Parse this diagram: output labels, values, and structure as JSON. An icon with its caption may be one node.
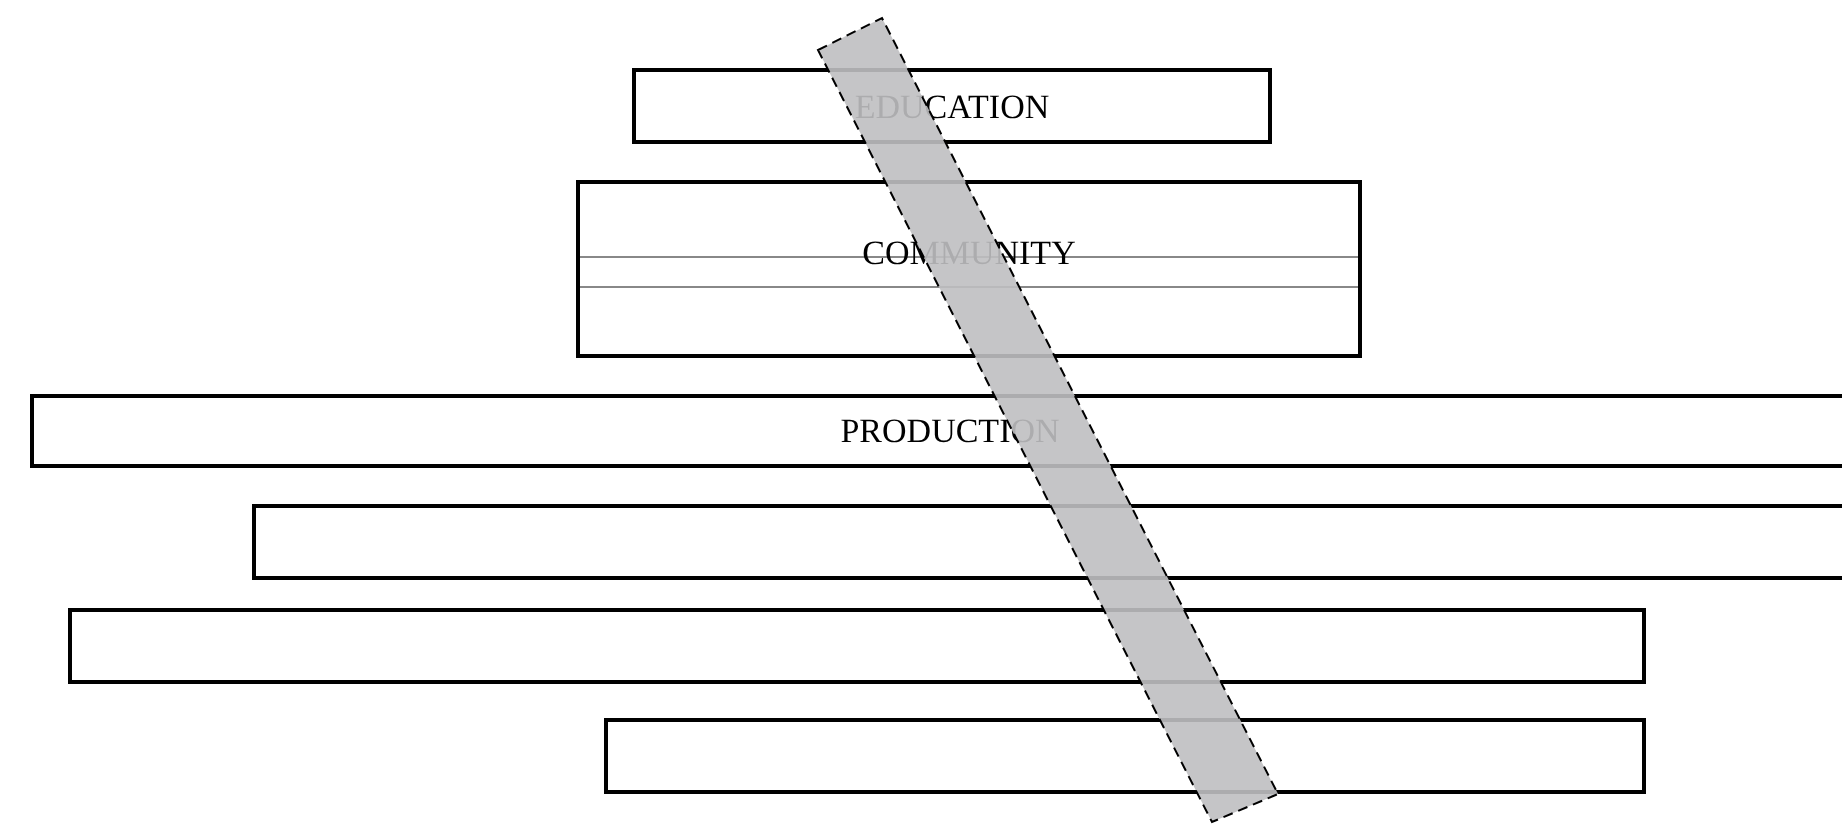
{
  "diagram": {
    "nodes": [
      {
        "text": [
          "EDUCATION"
        ]
      },
      {
        "text": [
          "COMMUNITY"
        ]
      },
      {
        "text": [
          "PRODUCTION"
        ]
      },
      {
        "text": [],
        "shape": "bar"
      },
      {
        "text": [],
        "shape": "bar"
      },
      {
        "text": [],
        "shape": "bar"
      },
      {
        "text": [],
        "shape": "bar"
      }
    ],
    "edges": []
  }
}
